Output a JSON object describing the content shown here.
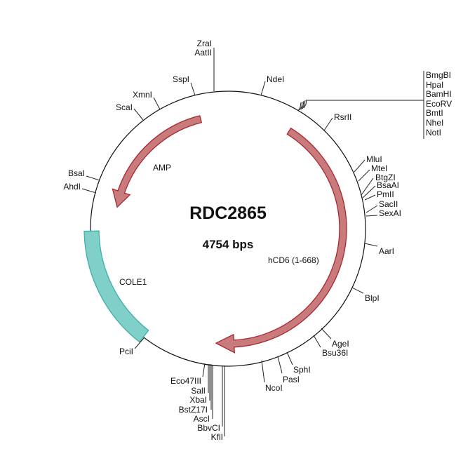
{
  "plasmid": {
    "name": "RDC2865",
    "length_label": "4754 bps"
  },
  "features": [
    {
      "name": "AMP",
      "color": "#c97a7c",
      "stroke": "#a8282c",
      "direction": "reverse"
    },
    {
      "name": "hCD6 (1-668)",
      "color": "#c97a7c",
      "stroke": "#a8282c",
      "direction": "forward"
    },
    {
      "name": "COLE1",
      "color": "#80d0c9",
      "stroke": "#3bb0a8",
      "direction": "none"
    }
  ],
  "enzymes": [
    "ZraI",
    "AatII",
    "SspI",
    "XmnI",
    "ScaI",
    "NdeI",
    "BmgBI",
    "HpaI",
    "BamHI",
    "EcoRV",
    "BmtI",
    "NheI",
    "NotI",
    "RsrII",
    "MluI",
    "MteI",
    "BtgZI",
    "BsaAI",
    "PmII",
    "SacII",
    "SexAI",
    "AarI",
    "BlpI",
    "AgeI",
    "Bsu36I",
    "SphI",
    "PasI",
    "NcoI",
    "Eco47III",
    "SalI",
    "XbaI",
    "BstZ17I",
    "AscI",
    "BbvCI",
    "KflI",
    "BsaI",
    "AhdI",
    "PciI"
  ]
}
